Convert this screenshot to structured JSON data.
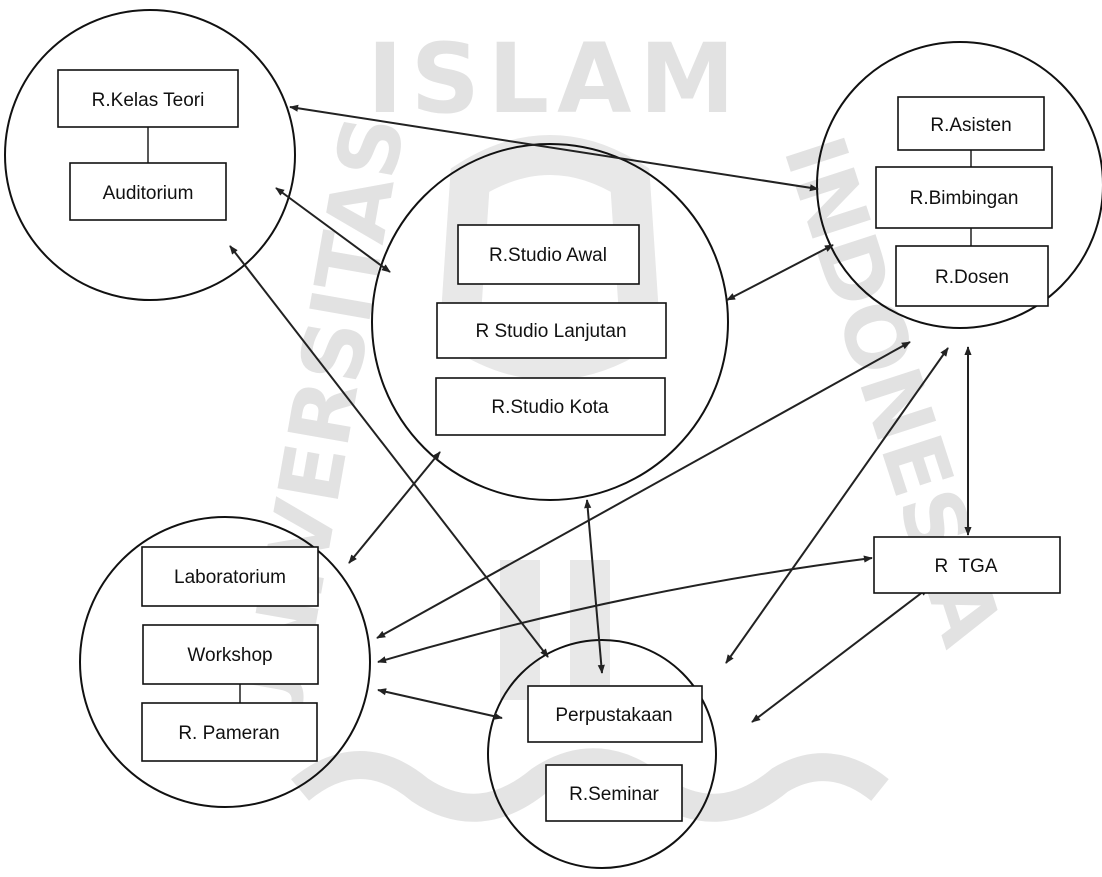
{
  "watermark": {
    "top_text": "ISLAM",
    "left_text": "UNIVERSITAS",
    "right_text": "INDONESIA"
  },
  "zones": [
    {
      "id": "zone-teaching",
      "rooms": [
        "R.Kelas Teori",
        "Auditorium"
      ]
    },
    {
      "id": "zone-studio",
      "rooms": [
        "R.Studio Awal",
        "R Studio Lanjutan",
        "R.Studio Kota"
      ]
    },
    {
      "id": "zone-staff",
      "rooms": [
        "R.Asisten",
        "R.Bimbingan",
        "R.Dosen"
      ]
    },
    {
      "id": "zone-lab",
      "rooms": [
        "Laboratorium",
        "Workshop",
        "R. Pameran"
      ]
    },
    {
      "id": "zone-library",
      "rooms": [
        "Perpustakaan",
        "R.Seminar"
      ]
    }
  ],
  "standalone_rooms": [
    "R  TGA"
  ],
  "relations": [
    [
      "R.Kelas Teori zone",
      "R.Asisten zone"
    ],
    [
      "R.Kelas Teori zone",
      "R.Studio zone"
    ],
    [
      "R.Kelas Teori zone",
      "Perpustakaan zone"
    ],
    [
      "R.Studio zone",
      "R.Asisten zone"
    ],
    [
      "R.Studio zone",
      "Laboratorium zone"
    ],
    [
      "R.Studio zone",
      "Perpustakaan zone"
    ],
    [
      "R.Asisten zone",
      "Laboratorium zone"
    ],
    [
      "R.Asisten zone",
      "Perpustakaan zone"
    ],
    [
      "R.Asisten zone",
      "R  TGA"
    ],
    [
      "Laboratorium zone",
      "R  TGA"
    ],
    [
      "Laboratorium zone",
      "Perpustakaan zone"
    ],
    [
      "Perpustakaan zone",
      "R  TGA"
    ]
  ]
}
